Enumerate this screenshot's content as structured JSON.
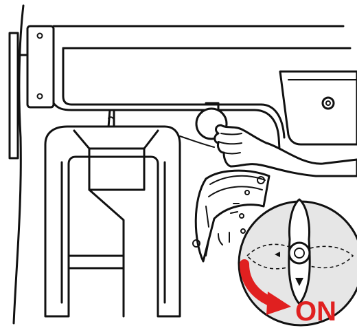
{
  "callout": {
    "label": "ON",
    "accent_color": "#e02020",
    "disc_color": "#e6e6e6"
  },
  "icons": {
    "arrow": "clockwise-curved-arrow",
    "valve": "fuel-valve-knob"
  }
}
